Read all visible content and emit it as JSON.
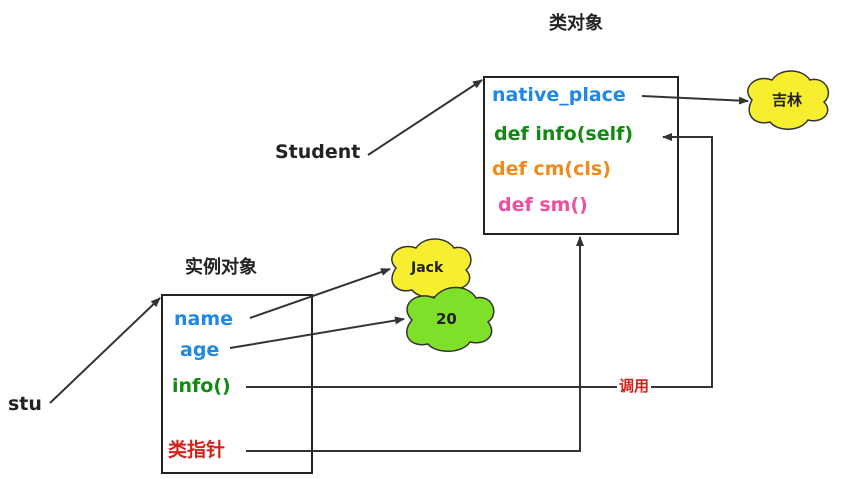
{
  "class_object": {
    "title": "类对象",
    "name": "Student",
    "fields": {
      "native_place": "native_place",
      "info": "def info(self)",
      "cm": "def cm(cls)",
      "sm": "def sm()"
    },
    "native_place_value": "吉林"
  },
  "instance_object": {
    "title": "实例对象",
    "name": "stu",
    "fields": {
      "name": "name",
      "age": "age",
      "info": "info()",
      "class_pointer": "类指针"
    },
    "name_value": "Jack",
    "age_value": "20"
  },
  "call_label": "调用",
  "colors": {
    "blue": "#1f88e5",
    "green": "#118a11",
    "orange": "#f08a1a",
    "pink": "#ee4fa0",
    "red": "#d2231b",
    "cloud_yellow": "#f7ee2f",
    "cloud_green": "#7fe02a"
  }
}
